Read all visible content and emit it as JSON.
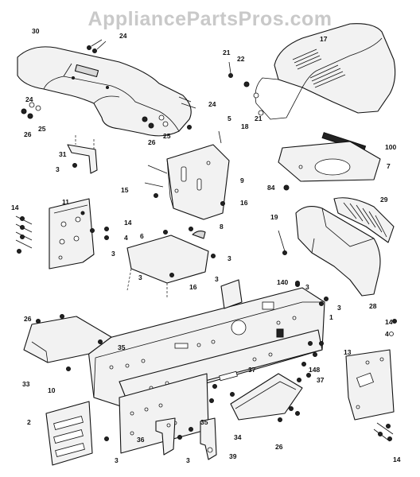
{
  "watermark": "AppliancePartsPros.com",
  "callouts": {
    "c_30": "30",
    "c_24a": "24",
    "c_24b": "24",
    "c_24c": "24",
    "c_25a": "25",
    "c_25b": "25",
    "c_26a": "26",
    "c_26b": "26",
    "c_31": "31",
    "c_3a": "3",
    "c_17": "17",
    "c_21a": "21",
    "c_22": "22",
    "c_21b": "21",
    "c_18": "18",
    "c_5": "5",
    "c_100": "100",
    "c_7": "7",
    "c_84": "84",
    "c_9": "9",
    "c_15": "15",
    "c_16a": "16",
    "c_11": "11",
    "c_14a": "14",
    "c_14b": "14",
    "c_4a": "4",
    "c_6": "6",
    "c_8": "8",
    "c_3b": "3",
    "c_3c": "3",
    "c_3d": "3",
    "c_16b": "16",
    "c_29": "29",
    "c_19": "19",
    "c_28": "28",
    "c_140": "140",
    "c_3e": "3",
    "c_3f": "3",
    "c_3g": "3",
    "c_1": "1",
    "c_26c": "26",
    "c_35a": "35",
    "c_33": "33",
    "c_10": "10",
    "c_14c": "14",
    "c_4b": "4",
    "c_13": "13",
    "c_37a": "37",
    "c_148": "148",
    "c_37b": "37",
    "c_2": "2",
    "c_35b": "35",
    "c_34": "34",
    "c_26d": "26",
    "c_14d": "14",
    "c_36": "36",
    "c_3h": "3",
    "c_3i": "3",
    "c_39": "39"
  }
}
